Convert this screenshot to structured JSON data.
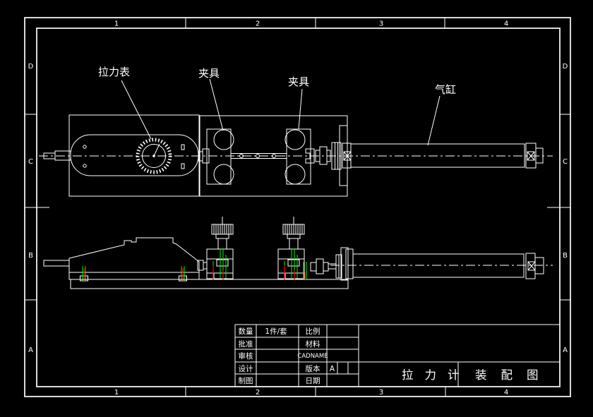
{
  "frame": {
    "cols": [
      "1",
      "2",
      "3",
      "4"
    ],
    "rows": [
      "D",
      "C",
      "B",
      "A"
    ]
  },
  "annotations": {
    "gauge": "拉力表",
    "clamp_left": "夹具",
    "clamp_right": "夹具",
    "cylinder": "气缸"
  },
  "title_block": {
    "qty_label": "数量",
    "qty_value": "1件/套",
    "scale_label": "比例",
    "scale_value": "",
    "approve_label": "批准",
    "approve_value": "",
    "material_label": "材料",
    "material_value": "",
    "check_label": "审核",
    "check_value": "",
    "cad_label": "CADNAME",
    "cad_value": "",
    "design_label": "设计",
    "design_value": "",
    "version_label": "版本",
    "version_value": "A",
    "draft_label": "制图",
    "draft_value": "",
    "date_label": "日期",
    "date_value": "",
    "product": "拉力计",
    "sheet": "装配图"
  },
  "colors": {
    "background": "#000000",
    "line": "#ffffff",
    "screw_green": "#00f000",
    "screw_red": "#ff0000"
  }
}
